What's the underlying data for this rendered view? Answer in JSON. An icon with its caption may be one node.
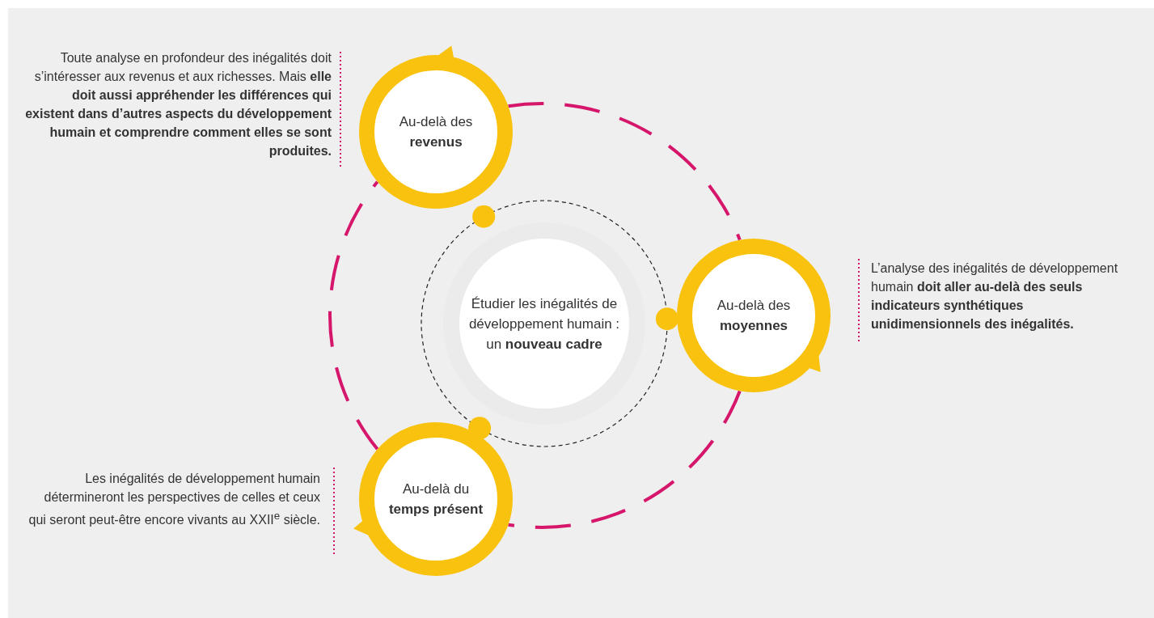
{
  "diagram": {
    "nodes": [
      {
        "text": [
          "Étudier les inégalités de développement humain : un **nouveau cadre**"
        ]
      },
      {
        "text": [
          "Au-delà des **revenus**"
        ]
      },
      {
        "text": [
          "Au-delà des **moyennes**"
        ]
      },
      {
        "text": [
          "Au-delà du **temps présent**"
        ]
      }
    ],
    "edges": [
      {
        "from": 1,
        "to": 2,
        "arrow": "none"
      },
      {
        "from": 2,
        "to": 3,
        "arrow": "none"
      },
      {
        "from": 3,
        "to": 1,
        "arrow": "none"
      }
    ],
    "labels": [
      "Toute analyse en profondeur des inégalités doit s’intéresser aux revenus et aux richesses. Mais **elle doit aussi appréhender les différences qui existent dans d’autres aspects du développement humain et comprendre comment elles se sont produites.**",
      "L’analyse des inégalités de développement humain **doit aller au-delà des seuls indicateurs synthétiques unidimensionnels des inégalités.**",
      "Les inégalités de développement humain détermineront les perspectives de celles et ceux qui seront peut-être encore vivants au XXII$^{e}$ siècle."
    ]
  }
}
